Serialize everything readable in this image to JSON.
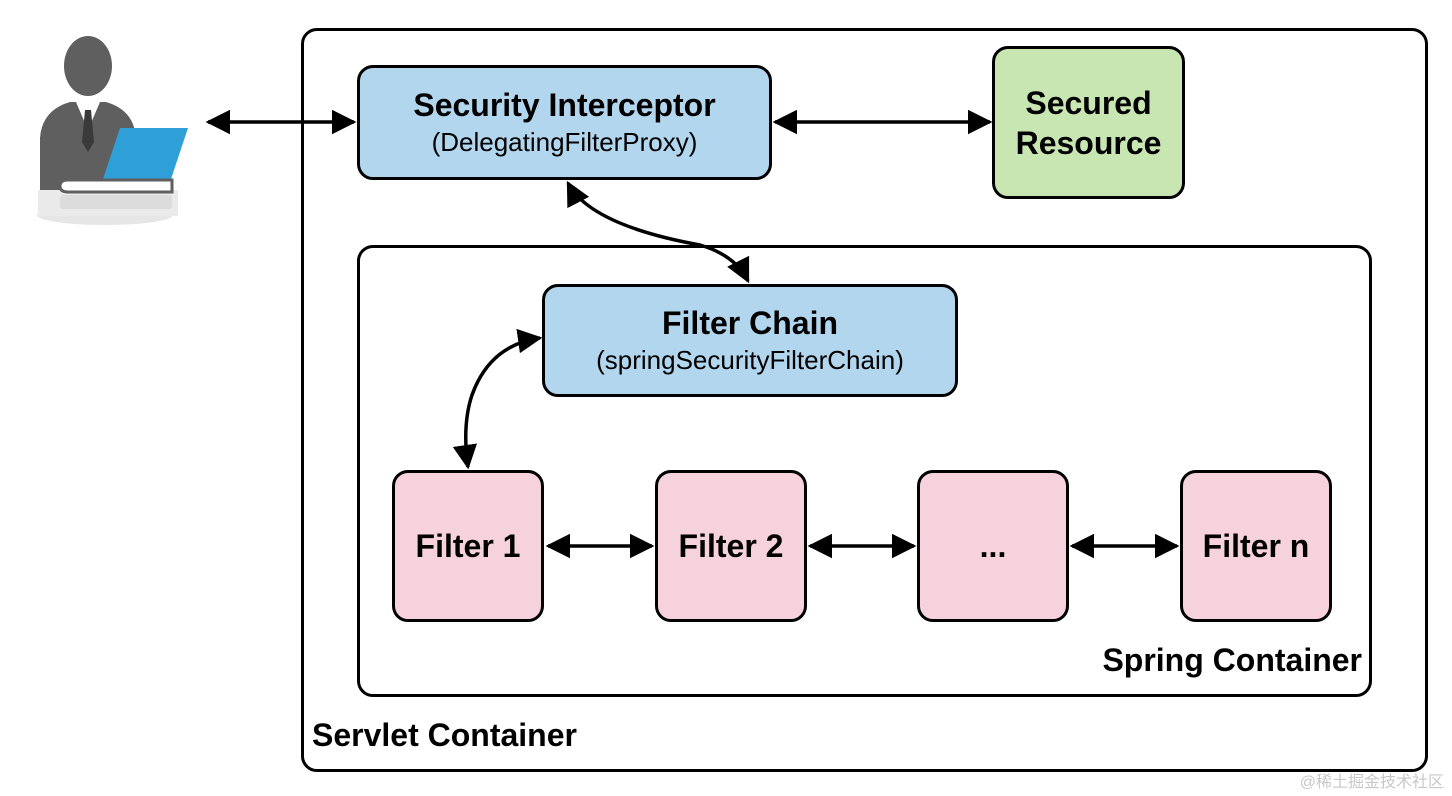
{
  "containers": {
    "servlet": "Servlet Container",
    "spring": "Spring Container"
  },
  "boxes": {
    "security_interceptor": {
      "title": "Security Interceptor",
      "subtitle": "(DelegatingFilterProxy)"
    },
    "secured_resource": {
      "title_line1": "Secured",
      "title_line2": "Resource"
    },
    "filter_chain": {
      "title": "Filter Chain",
      "subtitle": "(springSecurityFilterChain)"
    },
    "filters": [
      "Filter 1",
      "Filter 2",
      "...",
      "Filter n"
    ]
  },
  "icons": {
    "user": "user-at-laptop-icon"
  },
  "colors": {
    "blue_box": "#b2d6ee",
    "green_box": "#c8e6b2",
    "pink_box": "#f6d2dc",
    "laptop": "#2f9fd8",
    "person": "#5f5f5f"
  },
  "watermark": "@稀土掘金技术社区"
}
